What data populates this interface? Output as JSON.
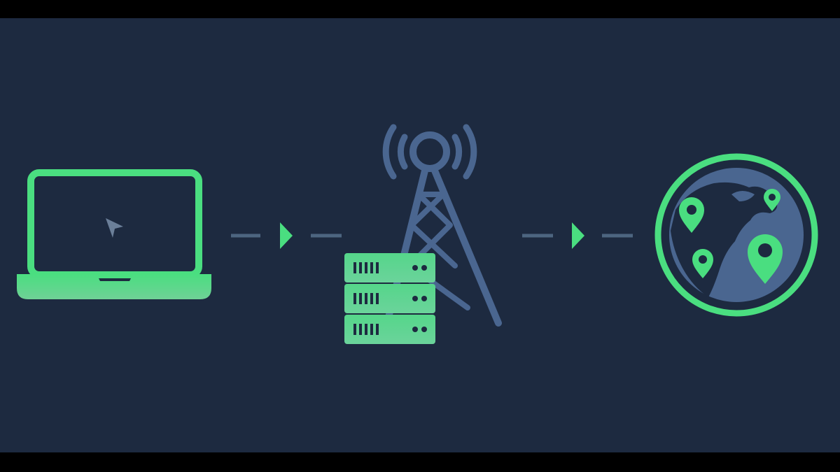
{
  "diagram": {
    "nodes": [
      {
        "id": "laptop",
        "icon": "laptop-icon"
      },
      {
        "id": "server-tower",
        "icon": "server-with-antenna-icon"
      },
      {
        "id": "globe",
        "icon": "globe-with-location-pins-icon"
      }
    ],
    "connectors": [
      {
        "from": "laptop",
        "to": "server-tower",
        "style": "dashed-arrow"
      },
      {
        "from": "server-tower",
        "to": "globe",
        "style": "dashed-arrow"
      }
    ],
    "colors": {
      "background": "#1d2a40",
      "letterbox": "#000000",
      "accent_green": "#4ade80",
      "accent_green_dark": "#22c55e",
      "tower_blue": "#4a6690",
      "connector_gray": "#4d6580"
    }
  }
}
